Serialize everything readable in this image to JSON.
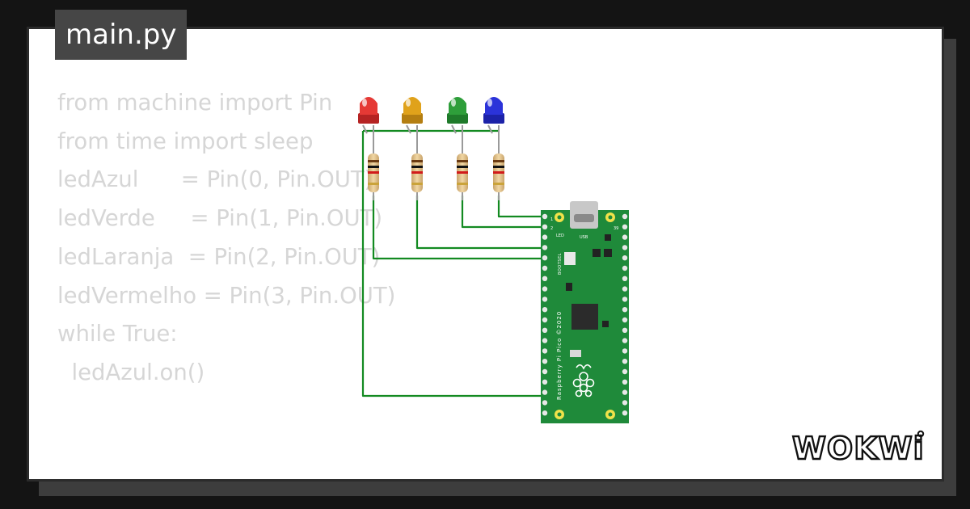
{
  "header": {
    "filename": "main.py"
  },
  "code": {
    "lines": [
      "from machine import Pin",
      "from time import sleep",
      "",
      "ledAzul      = Pin(0, Pin.OUT)",
      "ledVerde     = Pin(1, Pin.OUT)",
      "ledLaranja  = Pin(2, Pin.OUT)",
      "ledVermelho = Pin(3, Pin.OUT)",
      "",
      "",
      "while True:",
      "  ledAzul.on()"
    ]
  },
  "circuit": {
    "leds": [
      {
        "color": "red",
        "hex": "#e53935"
      },
      {
        "color": "yellow",
        "hex": "#e0a21b"
      },
      {
        "color": "green",
        "hex": "#2e9e3a"
      },
      {
        "color": "blue",
        "hex": "#2b33d9"
      }
    ],
    "wire_color": "#138a21",
    "board": {
      "color": "#1f8a3a",
      "label": "Raspberry Pi Pico ©2020",
      "usb_label": "USB",
      "led_label": "LED",
      "bootsel_label": "BOOTSEL",
      "pin1_label": "1",
      "pin2_label": "2",
      "pin39_label": "39"
    }
  },
  "brand": {
    "logo_text": "WOKWi"
  }
}
